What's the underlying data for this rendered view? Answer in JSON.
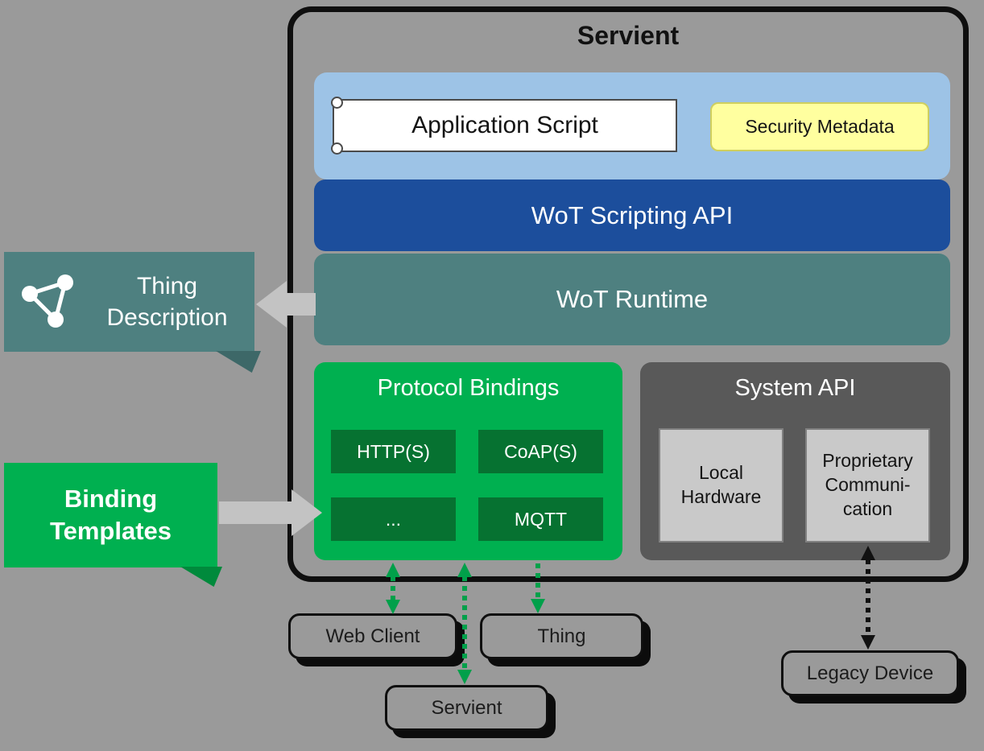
{
  "colors": {
    "background": "#9a9a9a",
    "light_blue_panel": "#9dc3e6",
    "scripting_api_blue": "#1c4e9c",
    "runtime_teal": "#4e8080",
    "bindings_green": "#00b050",
    "bindings_dark_green": "#067231",
    "security_yellow": "#ffff9f",
    "system_api_gray": "#595959",
    "inner_box_gray": "#c9c9c9",
    "arrow_gray": "#c3c3c3",
    "connector_green": "#00a04a",
    "connector_black": "#111111"
  },
  "servient": {
    "title": "Servient"
  },
  "application_layer": {
    "application_script": "Application Script",
    "security_metadata": "Security Metadata"
  },
  "scripting_api": {
    "label": "WoT Scripting API"
  },
  "runtime": {
    "label": "WoT Runtime"
  },
  "protocol_bindings": {
    "title": "Protocol Bindings",
    "items": [
      {
        "label": "HTTP(S)"
      },
      {
        "label": "CoAP(S)"
      },
      {
        "label": "..."
      },
      {
        "label": "MQTT"
      }
    ]
  },
  "system_api": {
    "title": "System API",
    "items": [
      {
        "label": "Local Hardware"
      },
      {
        "label": "Proprietary Communi- cation"
      }
    ]
  },
  "callouts": {
    "thing_description": "Thing Description",
    "binding_templates": "Binding Templates"
  },
  "external_nodes": {
    "web_client": "Web Client",
    "thing": "Thing",
    "servient": "Servient",
    "legacy_device": "Legacy Device"
  }
}
